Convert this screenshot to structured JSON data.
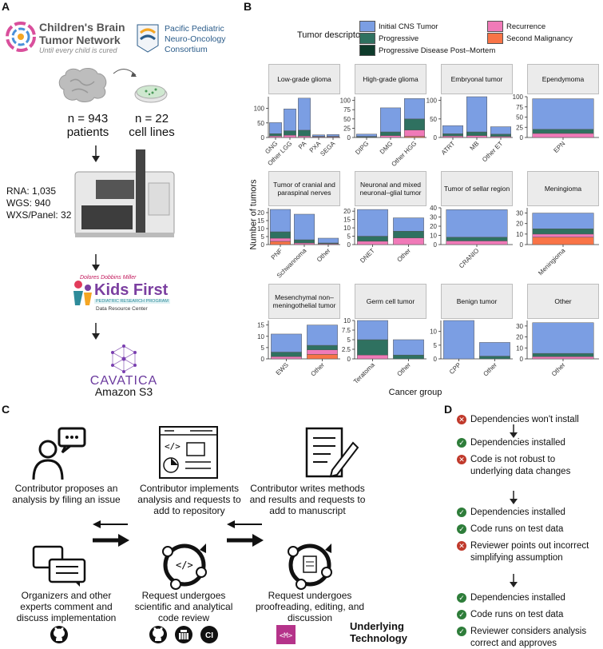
{
  "panels": {
    "a": "A",
    "b": "B",
    "c": "C",
    "d": "D"
  },
  "panel_a": {
    "cbtn_title_1": "Children's Brain",
    "cbtn_title_2": "Tumor Network",
    "cbtn_tagline": "Until every child is cured",
    "ppnoc_1": "Pacific Pediatric",
    "ppnoc_2": "Neuro-Oncology",
    "ppnoc_3": "Consortium",
    "patients_n": "n = 943",
    "patients_label": "patients",
    "cells_n": "n = 22",
    "cells_label": "cell lines",
    "rna": "RNA: 1,035",
    "wgs": "WGS: 940",
    "wxs": "WXS/Panel: 32",
    "kf_top": "Dolores Dobbins Miller",
    "kf_name": "Kids First",
    "kf_sub": "PEDIATRIC RESEARCH PROGRAM",
    "kf_drc": "Data Resource Center",
    "cavatica": "CAVATICA",
    "s3": "Amazon S3"
  },
  "panel_b": {
    "legend_title": "Tumor descriptor",
    "legend": [
      {
        "label": "Initial CNS Tumor",
        "color": "#7b9ee3"
      },
      {
        "label": "Progressive",
        "color": "#2f7160"
      },
      {
        "label": "Progressive Disease Post–Mortem",
        "color": "#0e3b2b"
      },
      {
        "label": "Recurrence",
        "color": "#f07ab8"
      },
      {
        "label": "Second Malignancy",
        "color": "#f97447"
      }
    ],
    "ylabel": "Number of tumors",
    "xlabel": "Cancer group"
  },
  "chart_data": [
    {
      "type": "bar",
      "title": "Low-grade glioma",
      "ylim": [
        0,
        140
      ],
      "yticks": [
        0,
        50,
        100
      ],
      "categories": [
        "GNG",
        "Other LGG",
        "PA",
        "PXA",
        "SEGA"
      ],
      "series": [
        {
          "name": "Initial CNS Tumor",
          "values": [
            38,
            75,
            110,
            5,
            6
          ]
        },
        {
          "name": "Progressive",
          "values": [
            8,
            15,
            20,
            2,
            2
          ]
        },
        {
          "name": "Recurrence",
          "values": [
            5,
            8,
            5,
            2,
            2
          ]
        },
        {
          "name": "Second Malignancy",
          "values": [
            0,
            0,
            0,
            0,
            0
          ]
        }
      ]
    },
    {
      "type": "bar",
      "title": "High-grade glioma",
      "ylim": [
        0,
        110
      ],
      "yticks": [
        0,
        25,
        50,
        75,
        100
      ],
      "categories": [
        "DIPG",
        "DMG",
        "Other HGG"
      ],
      "series": [
        {
          "name": "Initial CNS Tumor",
          "values": [
            6,
            65,
            55
          ]
        },
        {
          "name": "Progressive",
          "values": [
            2,
            10,
            30
          ]
        },
        {
          "name": "Recurrence",
          "values": [
            1,
            5,
            17
          ]
        },
        {
          "name": "Second Malignancy",
          "values": [
            0,
            0,
            3
          ]
        }
      ]
    },
    {
      "type": "bar",
      "title": "Embryonal tumor",
      "ylim": [
        0,
        110
      ],
      "yticks": [
        0,
        50,
        100
      ],
      "categories": [
        "ATRT",
        "MB",
        "Other ET"
      ],
      "series": [
        {
          "name": "Initial CNS Tumor",
          "values": [
            22,
            95,
            20
          ]
        },
        {
          "name": "Progressive",
          "values": [
            6,
            10,
            6
          ]
        },
        {
          "name": "Recurrence",
          "values": [
            4,
            5,
            3
          ]
        },
        {
          "name": "Second Malignancy",
          "values": [
            0,
            0,
            0
          ]
        }
      ]
    },
    {
      "type": "bar",
      "title": "Ependymoma",
      "ylim": [
        0,
        100
      ],
      "yticks": [
        0,
        25,
        50,
        75,
        100
      ],
      "categories": [
        "EPN"
      ],
      "series": [
        {
          "name": "Initial CNS Tumor",
          "values": [
            75
          ]
        },
        {
          "name": "Progressive",
          "values": [
            10
          ]
        },
        {
          "name": "Recurrence",
          "values": [
            10
          ]
        },
        {
          "name": "Second Malignancy",
          "values": [
            0
          ]
        }
      ]
    },
    {
      "type": "bar",
      "title": "Tumor of cranial and paraspinal nerves",
      "ylim": [
        0,
        23
      ],
      "yticks": [
        0,
        5,
        10,
        15,
        20
      ],
      "categories": [
        "PNF",
        "Schwannoma",
        "Other"
      ],
      "series": [
        {
          "name": "Initial CNS Tumor",
          "values": [
            14,
            16,
            3
          ]
        },
        {
          "name": "Progressive",
          "values": [
            4,
            2,
            0.5
          ]
        },
        {
          "name": "Recurrence",
          "values": [
            2,
            1,
            0.5
          ]
        },
        {
          "name": "Second Malignancy",
          "values": [
            2,
            0,
            0
          ]
        }
      ]
    },
    {
      "type": "bar",
      "title": "Neuronal and mixed neuronal–glial tumor",
      "ylim": [
        0,
        22
      ],
      "yticks": [
        0,
        5,
        10,
        15,
        20
      ],
      "categories": [
        "DNET",
        "Other"
      ],
      "series": [
        {
          "name": "Initial CNS Tumor",
          "values": [
            16,
            8
          ]
        },
        {
          "name": "Progressive",
          "values": [
            3,
            4
          ]
        },
        {
          "name": "Recurrence",
          "values": [
            2,
            4
          ]
        },
        {
          "name": "Second Malignancy",
          "values": [
            0,
            0
          ]
        }
      ]
    },
    {
      "type": "bar",
      "title": "Tumor of sellar region",
      "ylim": [
        0,
        40
      ],
      "yticks": [
        0,
        10,
        20,
        30,
        40
      ],
      "categories": [
        "CRANIO"
      ],
      "series": [
        {
          "name": "Initial CNS Tumor",
          "values": [
            30
          ]
        },
        {
          "name": "Progressive",
          "values": [
            4
          ]
        },
        {
          "name": "Recurrence",
          "values": [
            4
          ]
        },
        {
          "name": "Second Malignancy",
          "values": [
            0
          ]
        }
      ]
    },
    {
      "type": "bar",
      "title": "Meningioma",
      "ylim": [
        0,
        35
      ],
      "yticks": [
        0,
        10,
        20,
        30
      ],
      "categories": [
        "Meningioma"
      ],
      "series": [
        {
          "name": "Initial CNS Tumor",
          "values": [
            15
          ]
        },
        {
          "name": "Progressive",
          "values": [
            5
          ]
        },
        {
          "name": "Recurrence",
          "values": [
            3
          ]
        },
        {
          "name": "Second Malignancy",
          "values": [
            7
          ]
        }
      ]
    },
    {
      "type": "bar",
      "title": "Mesenchymal non–meningothelial tumor",
      "ylim": [
        0,
        17
      ],
      "yticks": [
        0,
        5,
        10,
        15
      ],
      "categories": [
        "EWS",
        "Other"
      ],
      "series": [
        {
          "name": "Initial CNS Tumor",
          "values": [
            8,
            9
          ]
        },
        {
          "name": "Progressive",
          "values": [
            2,
            2
          ]
        },
        {
          "name": "Recurrence",
          "values": [
            1,
            2
          ]
        },
        {
          "name": "Second Malignancy",
          "values": [
            0,
            2
          ]
        }
      ]
    },
    {
      "type": "bar",
      "title": "Germ cell tumor",
      "ylim": [
        0,
        10
      ],
      "yticks": [
        0,
        2.5,
        5,
        7.5,
        10
      ],
      "categories": [
        "Teratoma",
        "Other"
      ],
      "series": [
        {
          "name": "Initial CNS Tumor",
          "values": [
            5,
            4
          ]
        },
        {
          "name": "Progressive",
          "values": [
            4,
            1
          ]
        },
        {
          "name": "Recurrence",
          "values": [
            1,
            0
          ]
        },
        {
          "name": "Second Malignancy",
          "values": [
            0,
            0
          ]
        }
      ]
    },
    {
      "type": "bar",
      "title": "Benign tumor",
      "ylim": [
        0,
        14
      ],
      "yticks": [
        0,
        5,
        10
      ],
      "categories": [
        "CPP",
        "Other"
      ],
      "series": [
        {
          "name": "Initial CNS Tumor",
          "values": [
            14,
            5
          ]
        },
        {
          "name": "Progressive",
          "values": [
            0,
            1
          ]
        },
        {
          "name": "Recurrence",
          "values": [
            0,
            0
          ]
        },
        {
          "name": "Second Malignancy",
          "values": [
            0,
            0
          ]
        }
      ]
    },
    {
      "type": "bar",
      "title": "Other",
      "ylim": [
        0,
        35
      ],
      "yticks": [
        0,
        10,
        20,
        30
      ],
      "categories": [
        "Other"
      ],
      "series": [
        {
          "name": "Initial CNS Tumor",
          "values": [
            28
          ]
        },
        {
          "name": "Progressive",
          "values": [
            3
          ]
        },
        {
          "name": "Recurrence",
          "values": [
            2
          ]
        },
        {
          "name": "Second Malignancy",
          "values": [
            0
          ]
        }
      ]
    }
  ],
  "panel_c": {
    "step1": "Contributor proposes an analysis by filing an issue",
    "step2": "Contributor implements analysis and requests to add to repository",
    "step3": "Contributor writes methods and results and requests to add to manuscript",
    "step4": "Organizers and other experts comment and discuss implementation",
    "step5": "Request undergoes scientific and analytical code review",
    "step6": "Request undergoes proofreading, editing, and discussion",
    "tech_label": "Underlying Technology",
    "ci": "CI"
  },
  "panel_d": {
    "rows": [
      {
        "status": "fail",
        "text": "Dependencies won't install"
      },
      {
        "status": "ok",
        "text": "Dependencies installed"
      },
      {
        "status": "fail",
        "text": "Code is not robust to"
      },
      {
        "status": "none",
        "text": "underlying data changes"
      },
      {
        "status": "ok",
        "text": "Dependencies installed"
      },
      {
        "status": "ok",
        "text": "Code runs on test data"
      },
      {
        "status": "fail",
        "text": "Reviewer points out incorrect"
      },
      {
        "status": "none",
        "text": "simplifying assumption"
      },
      {
        "status": "ok",
        "text": "Dependencies installed"
      },
      {
        "status": "ok",
        "text": "Code runs on test data"
      },
      {
        "status": "ok",
        "text": "Reviewer considers analysis"
      },
      {
        "status": "none",
        "text": "correct and approves"
      }
    ]
  }
}
